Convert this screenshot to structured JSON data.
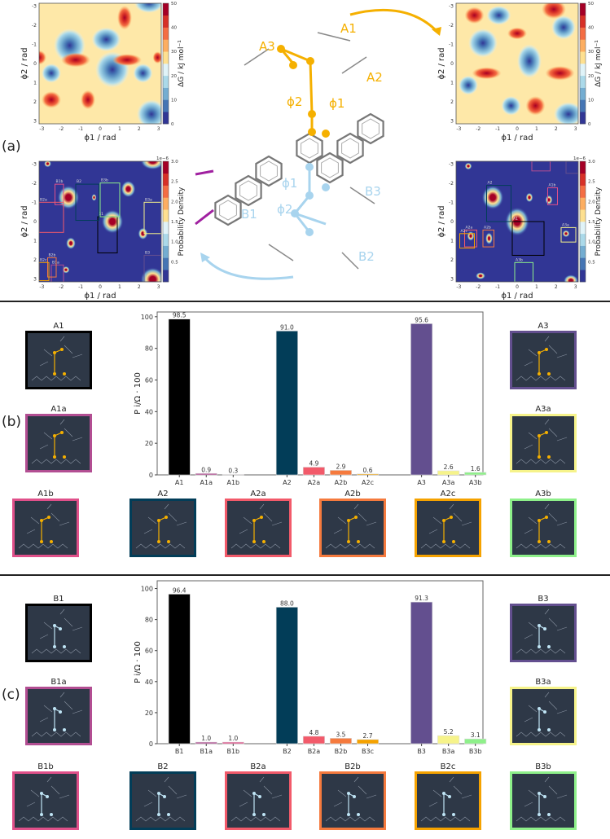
{
  "panel_labels": {
    "a": "(a)",
    "b": "(b)",
    "c": "(c)"
  },
  "free_energy_maps": {
    "xlabel": "ϕ1 / rad",
    "ylabel": "ϕ2 / rad",
    "xticks": [
      "-3",
      "-2",
      "-1",
      "0",
      "1",
      "2",
      "3"
    ],
    "yticks": [
      "-3",
      "-2",
      "-1",
      "0",
      "1",
      "2",
      "3"
    ],
    "colorbar_label": "ΔG / kJ mol⁻¹",
    "colorbar_ticks": [
      "0",
      "10",
      "20",
      "30",
      "40",
      "50"
    ],
    "colormap": [
      "#313695",
      "#4575b4",
      "#74add1",
      "#abd9e9",
      "#e0f3f8",
      "#fee090",
      "#fdae61",
      "#f46d43",
      "#d73027",
      "#a50026"
    ]
  },
  "density_maps": {
    "xlabel": "ϕ1 / rad",
    "ylabel": "ϕ2 / rad",
    "colorbar_label": "Probability Density",
    "colorbar_exponent": "1e−6",
    "colorbar_ticks": [
      "0.5",
      "1.0",
      "1.5",
      "2.0",
      "2.5",
      "3.0"
    ],
    "left_boxes": [
      "B1",
      "B1a",
      "B1b",
      "B2",
      "B2a",
      "B2b",
      "B2c",
      "B3",
      "B3a",
      "B3b"
    ],
    "right_boxes": [
      "A1",
      "A1a",
      "A1b",
      "A2",
      "A2a",
      "A2b",
      "A2c",
      "A3",
      "A3a",
      "A3b"
    ]
  },
  "molecule": {
    "labels_a": {
      "a1": "A1",
      "a2": "A2",
      "a3": "A3",
      "phi1": "ϕ1",
      "phi2": "ϕ2"
    },
    "labels_b": {
      "b1": "B1",
      "b2": "B2",
      "b3": "B3",
      "phi1": "ϕ1",
      "phi2": "ϕ2"
    },
    "gold": "#f5b000",
    "lightblue": "#a8d4ee"
  },
  "thumbnails_b": [
    {
      "label": "A1",
      "color": "#000000"
    },
    {
      "label": "A1a",
      "color": "#b24e92"
    },
    {
      "label": "A1b",
      "color": "#e0508a"
    },
    {
      "label": "A2",
      "color": "#023d58"
    },
    {
      "label": "A2a",
      "color": "#f25a6a"
    },
    {
      "label": "A2b",
      "color": "#f57a3e"
    },
    {
      "label": "A2c",
      "color": "#f5a200"
    },
    {
      "label": "A3",
      "color": "#634f8f"
    },
    {
      "label": "A3a",
      "color": "#f6f38a"
    },
    {
      "label": "A3b",
      "color": "#8ef08a"
    }
  ],
  "thumbnails_c": [
    {
      "label": "B1",
      "color": "#000000"
    },
    {
      "label": "B1a",
      "color": "#b24e92"
    },
    {
      "label": "B1b",
      "color": "#e0508a"
    },
    {
      "label": "B2",
      "color": "#023d58"
    },
    {
      "label": "B2a",
      "color": "#f25a6a"
    },
    {
      "label": "B2b",
      "color": "#f57a3e"
    },
    {
      "label": "B2c",
      "color": "#f5a200"
    },
    {
      "label": "B3",
      "color": "#634f8f"
    },
    {
      "label": "B3a",
      "color": "#f6f38a"
    },
    {
      "label": "B3b",
      "color": "#8ef08a"
    }
  ],
  "chart_data": [
    {
      "type": "bar",
      "ylabel": "P i/Ω · 100",
      "ylim": [
        0,
        103
      ],
      "yticks": [
        0,
        20,
        40,
        60,
        80,
        100
      ],
      "categories": [
        "A1",
        "A1a",
        "A1b",
        "",
        "A2",
        "A2a",
        "A2b",
        "A2c",
        "",
        "A3",
        "A3a",
        "A3b"
      ],
      "values": [
        98.5,
        0.9,
        0.3,
        null,
        91.0,
        4.9,
        2.9,
        0.6,
        null,
        95.6,
        2.6,
        1.6
      ],
      "labels": [
        "98.5",
        "0.9",
        "0.3",
        "",
        "91.0",
        "4.9",
        "2.9",
        "0.6",
        "",
        "95.6",
        "2.6",
        "1.6"
      ],
      "colors": [
        "#000000",
        "#b24e92",
        "#e0508a",
        "",
        "#023d58",
        "#f25a6a",
        "#f57a3e",
        "#f5a200",
        "",
        "#634f8f",
        "#f6f38a",
        "#8ef08a"
      ]
    },
    {
      "type": "bar",
      "ylabel": "P i/Ω · 100",
      "ylim": [
        0,
        105
      ],
      "yticks": [
        0,
        20,
        40,
        60,
        80,
        100
      ],
      "categories": [
        "B1",
        "B1a",
        "B1b",
        "",
        "B2",
        "B2a",
        "B2b",
        "B3c",
        "",
        "B3",
        "B3a",
        "B3b"
      ],
      "values": [
        96.4,
        1.0,
        1.0,
        null,
        88.0,
        4.8,
        3.5,
        2.7,
        null,
        91.3,
        5.2,
        3.1
      ],
      "labels": [
        "96.4",
        "1.0",
        "1.0",
        "",
        "88.0",
        "4.8",
        "3.5",
        "2.7",
        "",
        "91.3",
        "5.2",
        "3.1"
      ],
      "colors": [
        "#000000",
        "#b24e92",
        "#e0508a",
        "",
        "#023d58",
        "#f25a6a",
        "#f57a3e",
        "#f5a200",
        "",
        "#634f8f",
        "#f6f38a",
        "#8ef08a"
      ]
    }
  ]
}
